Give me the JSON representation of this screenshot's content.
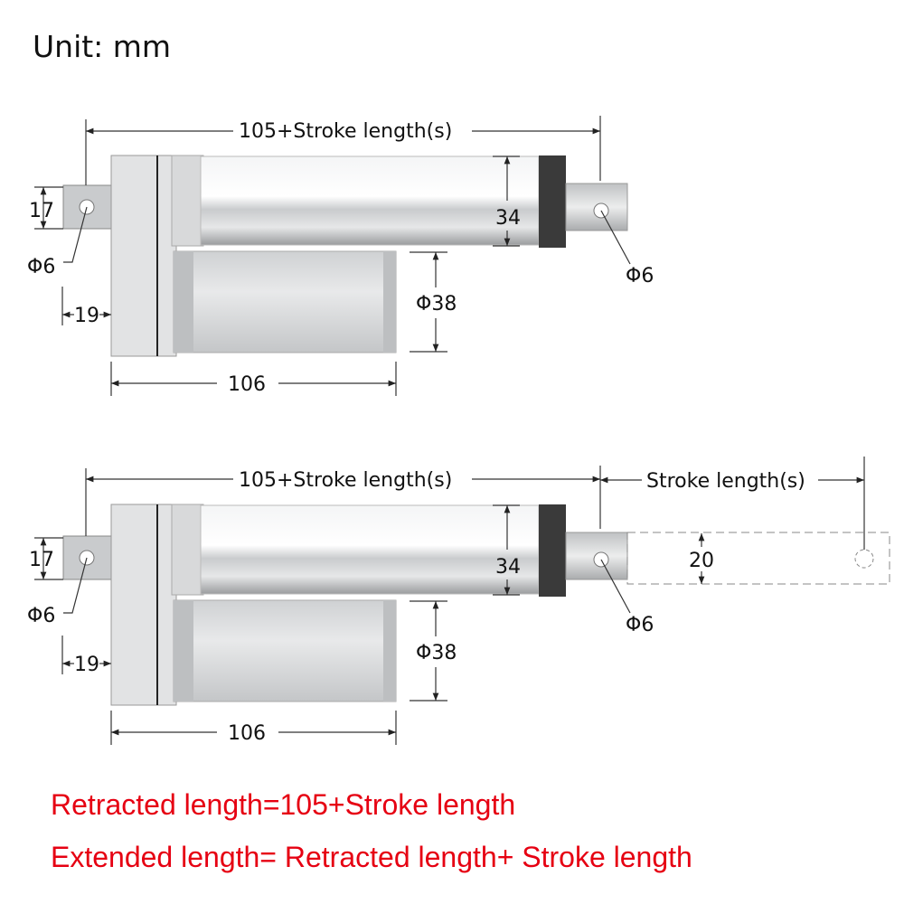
{
  "header": {
    "unit_label": "Unit: mm"
  },
  "diagram_retracted": {
    "overall_length_label": "105+Stroke length(s)",
    "rod_diameter_label": "34",
    "bracket_height_label": "17",
    "rear_hole_label": "Φ6",
    "front_hole_label": "Φ6",
    "bracket_offset_label": "19",
    "motor_diameter_label": "Φ38",
    "motor_length_label": "106"
  },
  "diagram_extended": {
    "overall_length_label": "105+Stroke length(s)",
    "stroke_label": "Stroke length(s)",
    "rod_diameter_label": "34",
    "extension_height_label": "20",
    "bracket_height_label": "17",
    "rear_hole_label": "Φ6",
    "front_hole_label": "Φ6",
    "bracket_offset_label": "19",
    "motor_diameter_label": "Φ38",
    "motor_length_label": "106"
  },
  "notes": {
    "retracted_formula": "Retracted length=105+Stroke length",
    "extended_formula": "Extended length= Retracted length+ Stroke length"
  },
  "colors": {
    "note_red": "#e60012",
    "dim_line": "#333333",
    "body_silver": "#d4d6d8",
    "end_cap": "#3a3a3a"
  }
}
